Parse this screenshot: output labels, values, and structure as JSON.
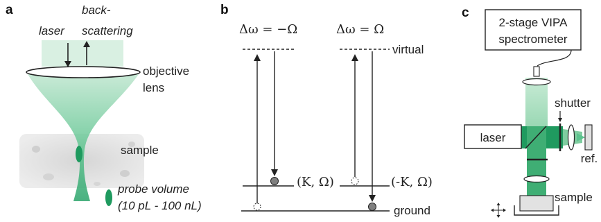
{
  "panels": {
    "a": {
      "label": "a",
      "laser": "laser",
      "back_scattering_1": "back-",
      "back_scattering_2": "scattering",
      "objective_1": "objective",
      "objective_2": "lens",
      "sample": "sample",
      "probe_1": "probe volume",
      "probe_2": "(10 pL - 100 nL)"
    },
    "b": {
      "label": "b",
      "delta_left": "Δω = −Ω",
      "delta_right": "Δω = Ω",
      "virtual": "virtual",
      "state_left": "(K, Ω)",
      "state_right": "(-K, Ω)",
      "ground": "ground"
    },
    "c": {
      "label": "c",
      "spectrometer_1": "2-stage VIPA",
      "spectrometer_2": "spectrometer",
      "shutter": "shutter",
      "laser": "laser",
      "ref": "ref.",
      "sample": "sample"
    }
  },
  "colors": {
    "beam_dark": "#1f9a5f",
    "beam_mid": "#5cc38e",
    "beam_light": "#bfe6cf",
    "line": "#222222"
  }
}
